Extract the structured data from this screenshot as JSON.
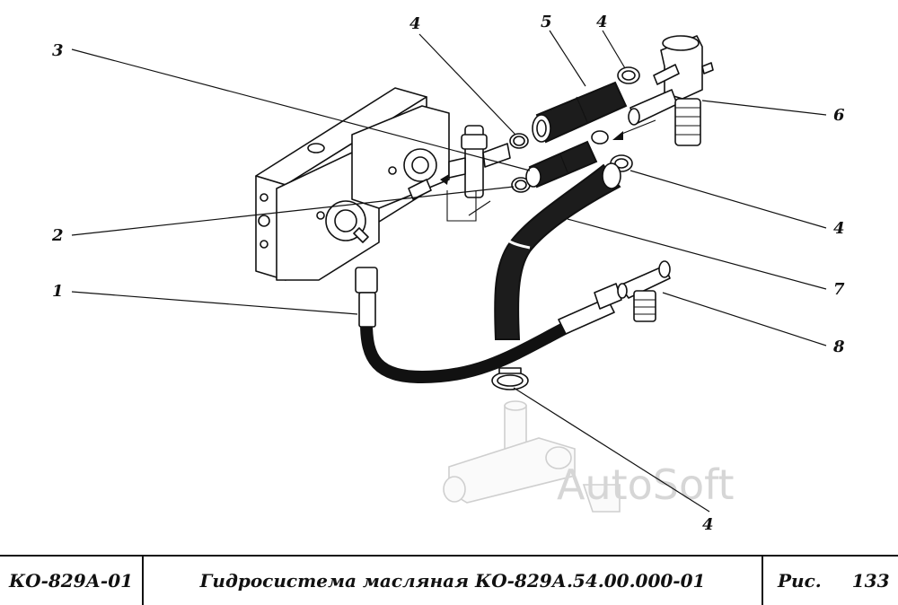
{
  "callouts": {
    "c3": "3",
    "c4a": "4",
    "c5": "5",
    "c4b": "4",
    "c6": "6",
    "c2": "2",
    "c4c": "4",
    "c1": "1",
    "c7": "7",
    "c8": "8",
    "c4d": "4"
  },
  "watermark": "AutoSoft",
  "title_block": {
    "code": "КО-829А-01",
    "name": "Гидросистема масляная КО-829А.54.00.000-01",
    "fig_label": "Рис.",
    "fig_number": "133"
  },
  "icons": {
    "pump": "gear-pump-block-icon",
    "hose": "hose-icon",
    "clamp": "hose-clamp-icon",
    "tee": "tee-fitting-icon"
  }
}
